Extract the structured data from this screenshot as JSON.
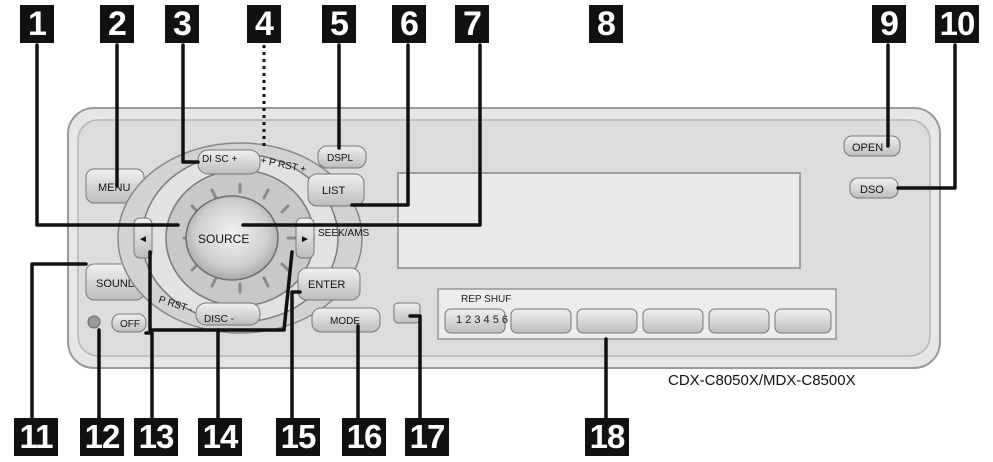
{
  "callouts_top": [
    "1",
    "2",
    "3",
    "4",
    "5",
    "6",
    "7",
    "8",
    "9",
    "10"
  ],
  "callouts_bottom": [
    "11",
    "12",
    "13",
    "14",
    "15",
    "16",
    "17",
    "18"
  ],
  "buttons": {
    "menu": "MENU",
    "disc_plus": "DI SC +",
    "preset_plus": "+ P RST +",
    "dspl": "DSPL",
    "list": "LIST",
    "source": "SOURCE",
    "seek_ams": "SEEK/AMS",
    "sound": "SOUND",
    "off": "OFF",
    "preset_minus": "P RST -",
    "disc_minus": "DISC -",
    "enter": "ENTER",
    "mode": "MODE",
    "open": "OPEN",
    "dso": "DSO"
  },
  "preset_row": {
    "label": "REP SHUF",
    "numbers": "1 2 3 4 5 6"
  },
  "model": "CDX-C8050X/MDX-C8500X"
}
